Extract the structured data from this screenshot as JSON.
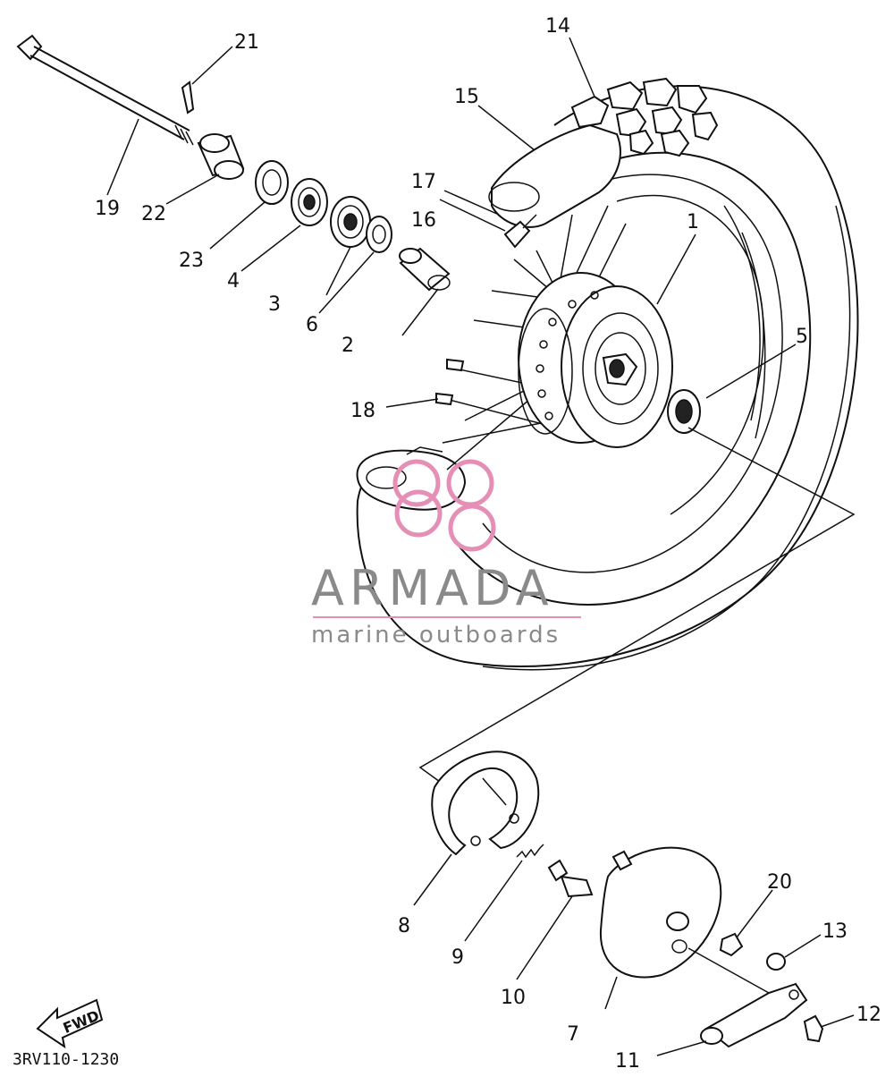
{
  "diagram": {
    "drawing_code": "3RV110-1230",
    "direction_arrow_label": "FWD",
    "watermark": {
      "brand": "ARMADA",
      "tagline": "marine outboards",
      "logo_color": "#e58fb6",
      "text_color": "#8a8a8a"
    },
    "callouts": {
      "c1": "1",
      "c2": "2",
      "c3": "3",
      "c4": "4",
      "c5": "5",
      "c6": "6",
      "c7": "7",
      "c8": "8",
      "c9": "9",
      "c10": "10",
      "c11": "11",
      "c12": "12",
      "c13": "13",
      "c14": "14",
      "c15": "15",
      "c16": "16",
      "c17": "17",
      "c18": "18",
      "c19": "19",
      "c20": "20",
      "c21": "21",
      "c22": "22",
      "c23": "23"
    }
  }
}
